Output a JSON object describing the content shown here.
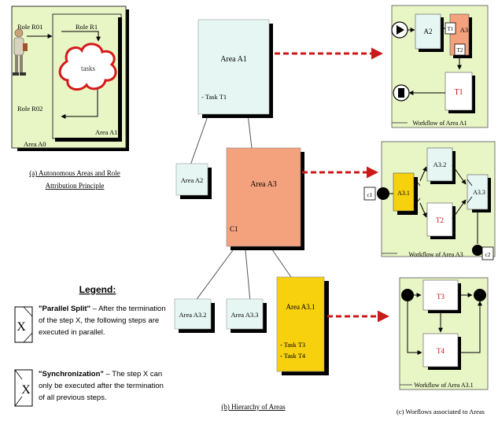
{
  "panel_a": {
    "role_r01": "Role R01",
    "role_r1": "Role R1",
    "role_r02": "Role R02",
    "tasks": "tasks",
    "area_a1": "Area A1",
    "area_a0": "Area A0",
    "caption_line1": "(a) Autonomous Areas and Role",
    "caption_line2": "Attribution Principle"
  },
  "panel_b": {
    "area_a1": "Area A1",
    "task_t1": "- Task T1",
    "area_a2": "Area A2",
    "area_a3": "Area A3",
    "c1": "C1",
    "area_a32": "Area A3.2",
    "area_a33": "Area A3.3",
    "area_a31": "Area A3.1",
    "task_t3": "- Task T3",
    "task_t4": "- Task T4",
    "caption": "(b) Hierarchy of Areas"
  },
  "panel_c": {
    "wf1": {
      "a2": "A2",
      "t1_small": "T1",
      "a3": "A3",
      "t2_small": "T2",
      "t1": "T1",
      "label": "Workflow of Area A1"
    },
    "wf3": {
      "a31": "A3.1",
      "a32": "A3.2",
      "a33": "A3.3",
      "t2": "T2",
      "c1": "c1",
      "c2": "c2",
      "label": "Workflow of Area A3"
    },
    "wf31": {
      "t3": "T3",
      "t4": "T4",
      "label": "Workflow of Area A3.1"
    },
    "caption": "(c) Worflows associated to Areas"
  },
  "legend": {
    "title": "Legend:",
    "x": "X",
    "parallel_name": "\"Parallel Split\"",
    "parallel_dash": " – After the termination",
    "parallel_line2": "of the step X, the following steps are",
    "parallel_line3": "executed in parallel.",
    "sync_name": "\"Synchronization\"",
    "sync_dash": " – The step X can",
    "sync_line2": "only be executed after the termination",
    "sync_line3": "of all previous steps."
  },
  "colors": {
    "panel_bg": "#e8f5c5",
    "area_bg": "#e6f7f3",
    "orange": "#f4a17d",
    "yellow": "#f7d10d",
    "red_text": "#cc1111",
    "dashed_arrow": "#cc1a1a"
  }
}
